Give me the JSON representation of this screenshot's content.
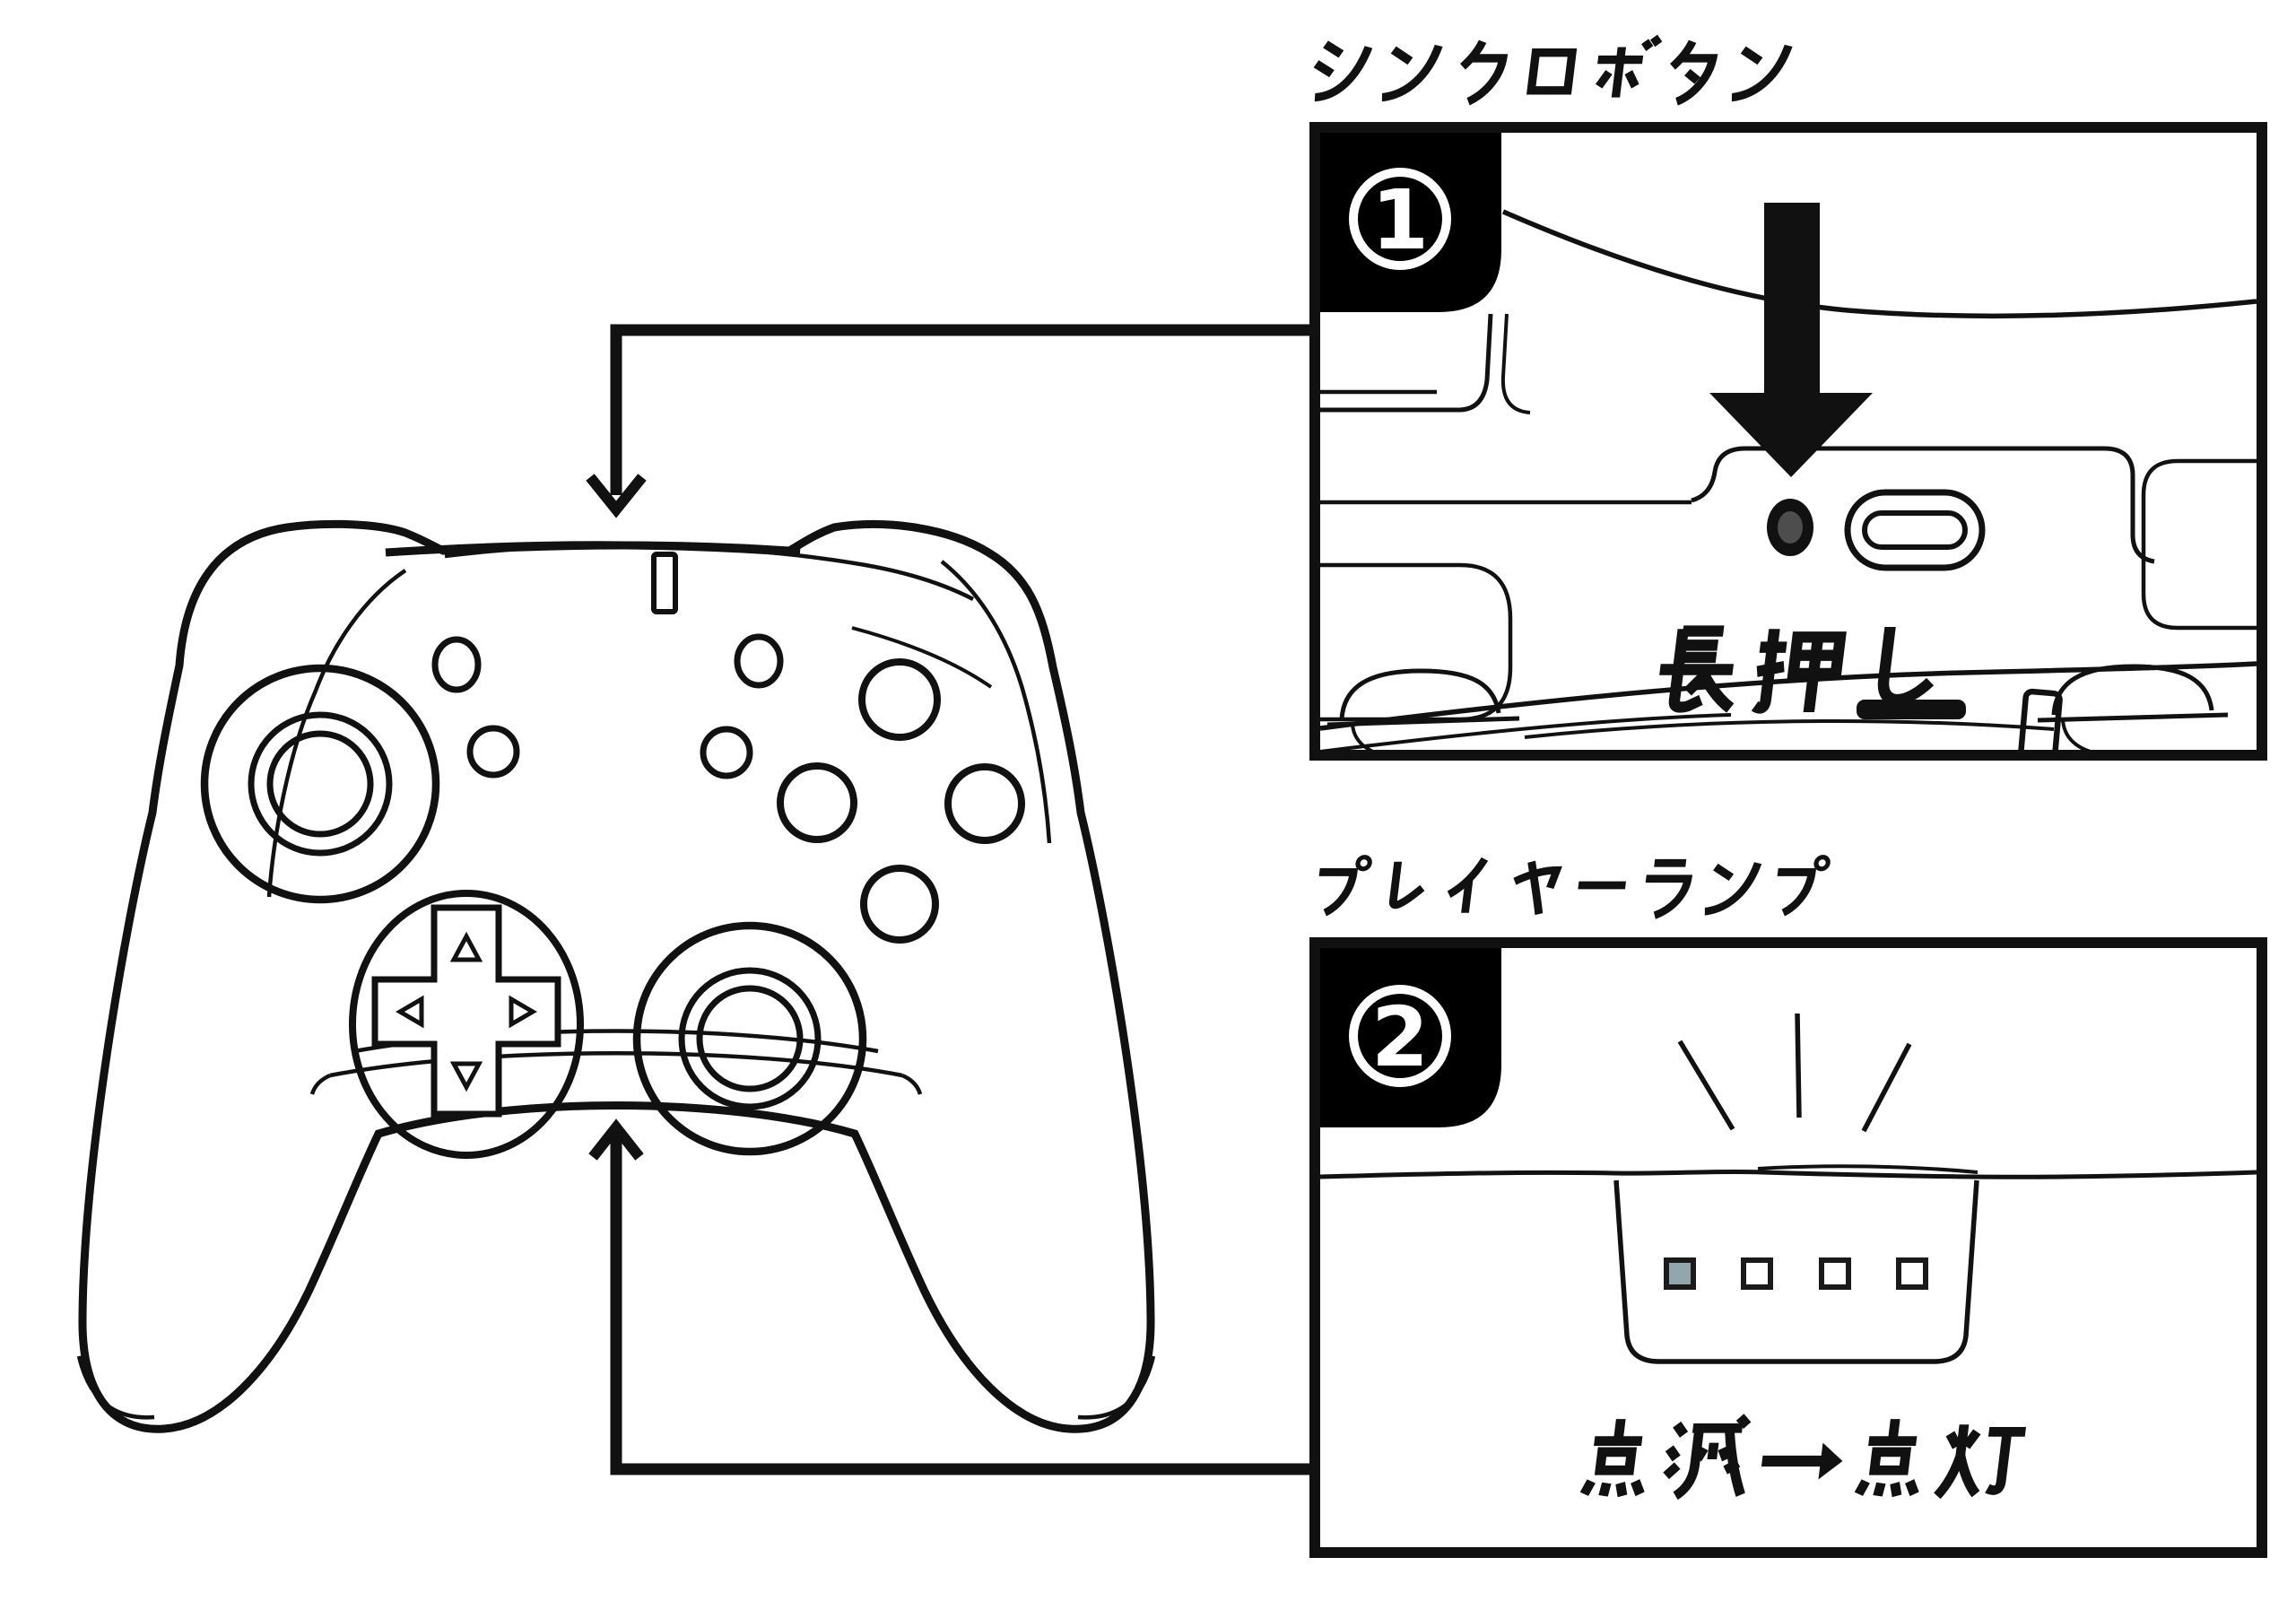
{
  "diagram": {
    "background": "#ffffff",
    "ink": "#111111"
  },
  "icons": {
    "press-down-arrow": "▼",
    "connector-down-arrow": "↓",
    "connector-up-arrow": "↑",
    "right-arrow": "→"
  },
  "callouts": [
    {
      "number": "1",
      "title": "シンクロボタン",
      "caption": "長押し",
      "badge_bg": "#000000",
      "badge_fg": "#ffffff",
      "sync_button_outer": "#111111",
      "sync_button_inner": "#4d4d4d"
    },
    {
      "number": "2",
      "title": "プレイヤーランプ",
      "caption": "点滅→点灯",
      "badge_bg": "#000000",
      "badge_fg": "#ffffff",
      "leds": {
        "count": 4,
        "lit_index": 1,
        "lit_color": "#92a6ae",
        "unlit_color": "#ffffff",
        "border_color": "#1a1a1a"
      }
    }
  ]
}
